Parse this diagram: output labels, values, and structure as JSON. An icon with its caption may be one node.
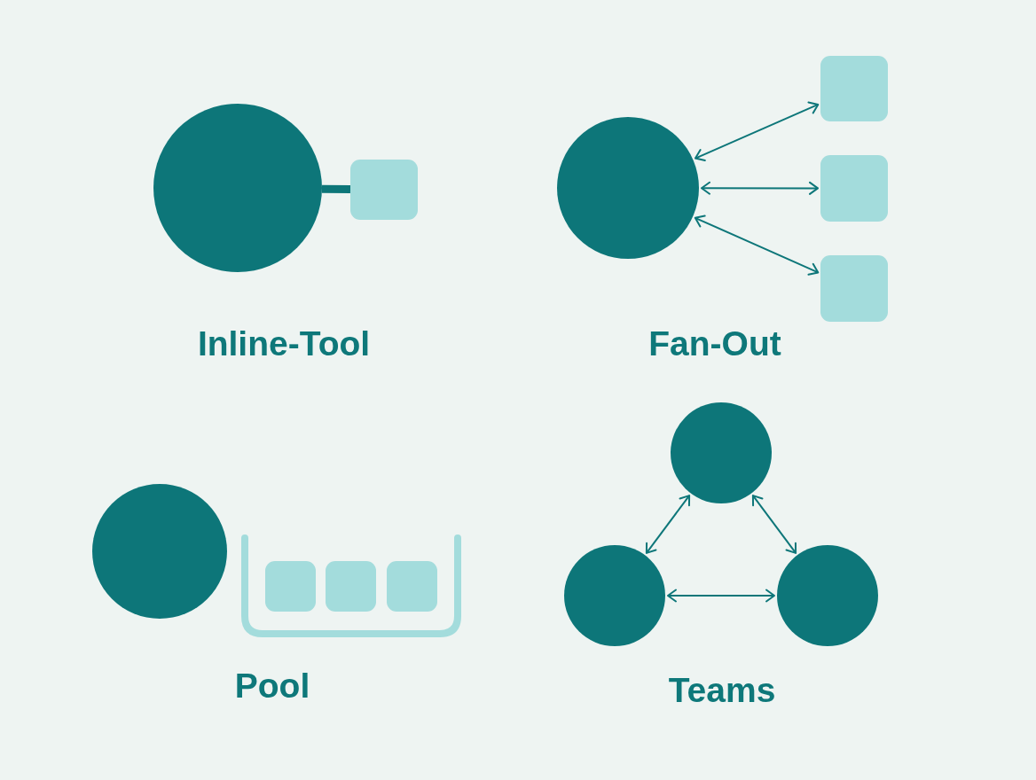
{
  "diagram": {
    "nodes": [
      {
        "text": [],
        "shape": "circle"
      },
      {
        "text": [],
        "shape": "box"
      },
      {
        "text": [],
        "shape": "circle"
      },
      {
        "text": [],
        "shape": "box"
      },
      {
        "text": [],
        "shape": "box"
      },
      {
        "text": [],
        "shape": "box"
      },
      {
        "text": [],
        "shape": "circle"
      },
      {
        "text": [],
        "shape": "tray"
      },
      {
        "text": [],
        "shape": "box",
        "in": 7
      },
      {
        "text": [],
        "shape": "box",
        "in": 7
      },
      {
        "text": [],
        "shape": "box",
        "in": 7
      },
      {
        "text": [],
        "shape": "circle"
      },
      {
        "text": [],
        "shape": "circle"
      },
      {
        "text": [],
        "shape": "circle"
      }
    ],
    "edges": [
      {
        "from": 0,
        "to": 1,
        "arrow": "none",
        "style": "thick"
      },
      {
        "from": 2,
        "to": 3,
        "arrow": "both"
      },
      {
        "from": 2,
        "to": 4,
        "arrow": "both"
      },
      {
        "from": 2,
        "to": 5,
        "arrow": "both"
      },
      {
        "from": 11,
        "to": 12,
        "arrow": "both"
      },
      {
        "from": 11,
        "to": 13,
        "arrow": "both"
      },
      {
        "from": 12,
        "to": 13,
        "arrow": "both"
      }
    ],
    "labels": [
      "Inline-Tool",
      "Fan-Out",
      "Pool",
      "Teams"
    ]
  }
}
